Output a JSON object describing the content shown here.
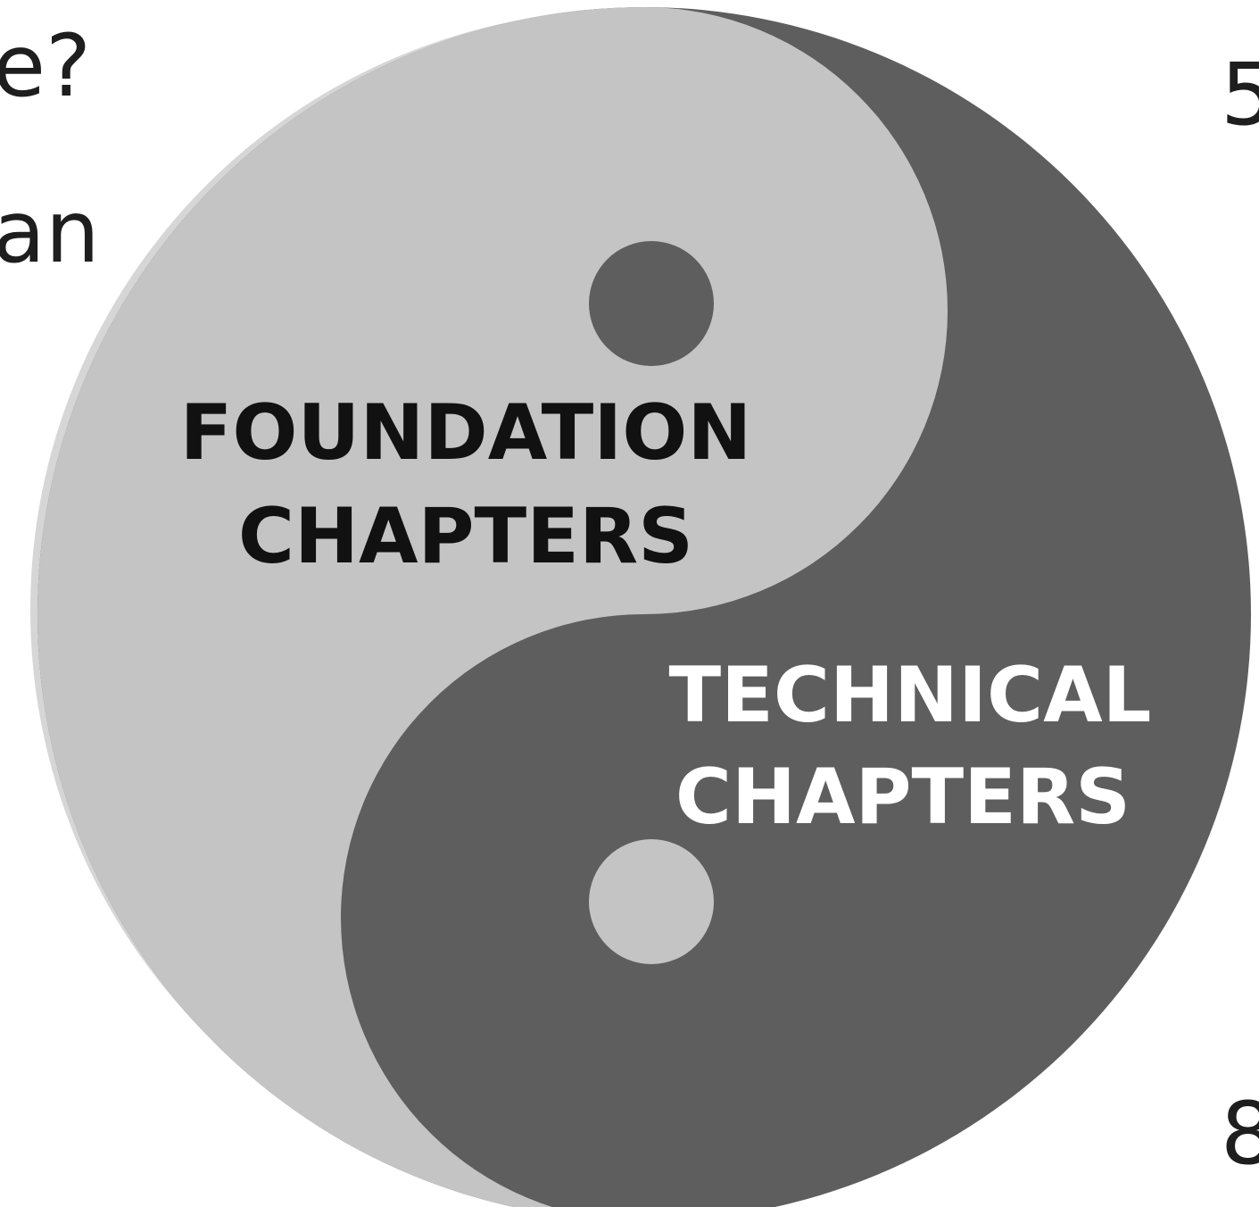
{
  "fragments": {
    "top_left_line1": "e?",
    "top_left_line2": "an",
    "top_right": "5",
    "bottom_right": "8"
  },
  "diagram": {
    "symbol": "yin-yang",
    "colors": {
      "light": "#c4c4c4",
      "dark": "#5e5e5e",
      "shadow": "#d6d6d6",
      "label_dark_text": "#111111",
      "label_light_text": "#ffffff"
    },
    "labels": {
      "foundation": [
        "FOUNDATION",
        "CHAPTERS"
      ],
      "technical": [
        "TECHNICAL",
        "CHAPTERS"
      ]
    }
  }
}
